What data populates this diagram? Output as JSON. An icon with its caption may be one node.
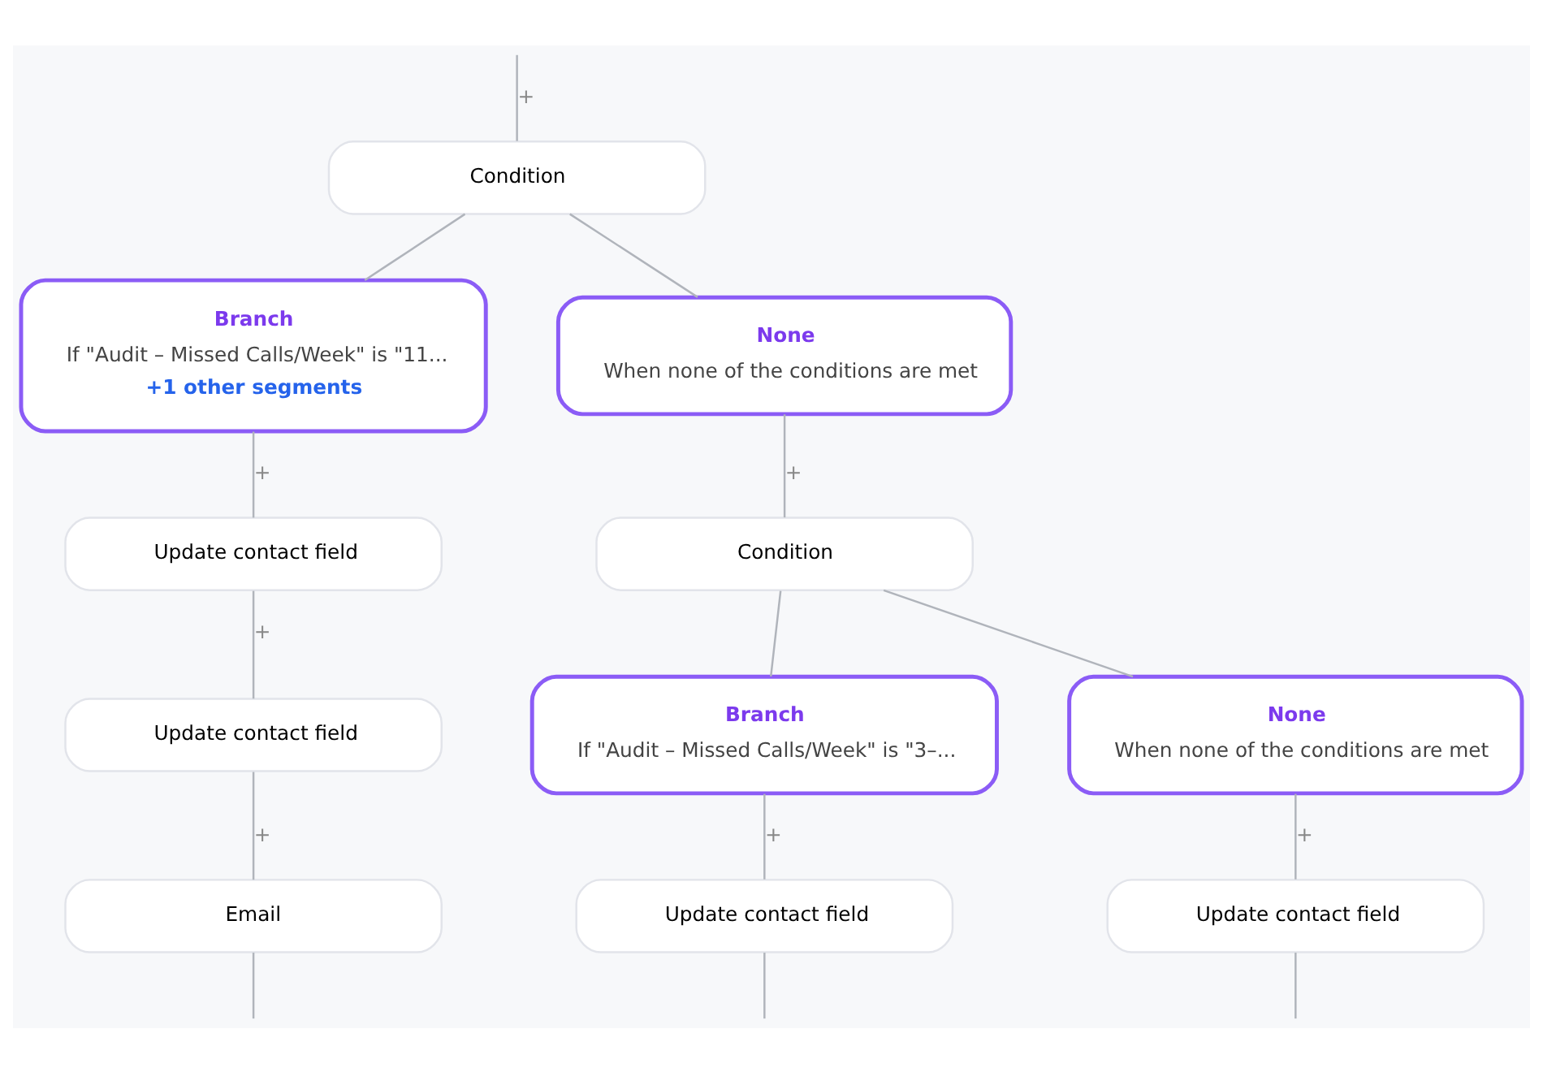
{
  "diagram": {
    "nodes": [
      {
        "text": [
          "Condition"
        ]
      },
      {
        "text": [
          "Branch",
          "If \"Audit – Missed Calls/Week\" is \"11...",
          "+1 other segments"
        ]
      },
      {
        "text": [
          "None",
          "When none of the conditions are met"
        ]
      },
      {
        "text": [
          "Update contact field"
        ]
      },
      {
        "text": [
          "Condition"
        ]
      },
      {
        "text": [
          "Update contact field"
        ]
      },
      {
        "text": [
          "Branch",
          "If \"Audit – Missed Calls/Week\" is \"3–..."
        ]
      },
      {
        "text": [
          "None",
          "When none of the conditions are met"
        ]
      },
      {
        "text": [
          "Email"
        ]
      },
      {
        "text": [
          "Update contact field"
        ]
      },
      {
        "text": [
          "Update contact field"
        ]
      }
    ],
    "edges": [
      {
        "from": null,
        "to": 0,
        "arrow": "none",
        "label": "+"
      },
      {
        "from": 0,
        "to": 1,
        "arrow": "none"
      },
      {
        "from": 0,
        "to": 2,
        "arrow": "none"
      },
      {
        "from": 1,
        "to": 3,
        "arrow": "none",
        "label": "+"
      },
      {
        "from": 2,
        "to": 4,
        "arrow": "none",
        "label": "+"
      },
      {
        "from": 3,
        "to": 5,
        "arrow": "none",
        "label": "+"
      },
      {
        "from": 4,
        "to": 6,
        "arrow": "none"
      },
      {
        "from": 4,
        "to": 7,
        "arrow": "none"
      },
      {
        "from": 5,
        "to": 8,
        "arrow": "none",
        "label": "+"
      },
      {
        "from": 6,
        "to": 9,
        "arrow": "none",
        "label": "+"
      },
      {
        "from": 7,
        "to": 10,
        "arrow": "none",
        "label": "+"
      },
      {
        "from": 8,
        "to": null,
        "arrow": "none"
      },
      {
        "from": 9,
        "to": null,
        "arrow": "none"
      },
      {
        "from": 10,
        "to": null,
        "arrow": "none"
      }
    ]
  }
}
